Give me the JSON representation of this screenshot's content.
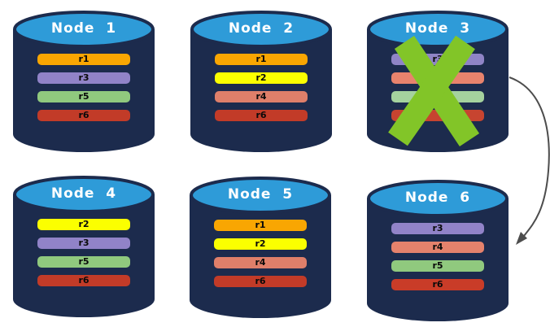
{
  "diagram": {
    "colors": {
      "cylinder_body": "#1C2B4D",
      "cylinder_top": "#2E9BD8",
      "node_label_text": "#FFFFFF",
      "replica_label_text": "#0A0A0A",
      "failure_x": "#82C528",
      "arrow": "#4D4D4D"
    },
    "nodes": [
      {
        "id": "node-1",
        "label": "Node  1",
        "failed": false,
        "replicas": [
          {
            "label": "r1",
            "color": "#F9A602"
          },
          {
            "label": "r3",
            "color": "#9183C8"
          },
          {
            "label": "r5",
            "color": "#90C97E"
          },
          {
            "label": "r6",
            "color": "#C23B28"
          }
        ]
      },
      {
        "id": "node-2",
        "label": "Node  2",
        "failed": false,
        "replicas": [
          {
            "label": "r1",
            "color": "#F9A602"
          },
          {
            "label": "r2",
            "color": "#FBFF00"
          },
          {
            "label": "r4",
            "color": "#DF7F6A"
          },
          {
            "label": "r6",
            "color": "#C23B28"
          }
        ]
      },
      {
        "id": "node-3",
        "label": "Node  3",
        "failed": true,
        "replicas": [
          {
            "label": "r3",
            "color": "#8F84C6"
          },
          {
            "label": "",
            "color": "#E8836D"
          },
          {
            "label": "",
            "color": "#A5D29E"
          },
          {
            "label": "",
            "color": "#C74430"
          }
        ]
      },
      {
        "id": "node-4",
        "label": "Node  4",
        "failed": false,
        "replicas": [
          {
            "label": "r2",
            "color": "#FBFF00"
          },
          {
            "label": "r3",
            "color": "#9183C8"
          },
          {
            "label": "r5",
            "color": "#90C97E"
          },
          {
            "label": "r6",
            "color": "#C23B28"
          }
        ]
      },
      {
        "id": "node-5",
        "label": "Node  5",
        "failed": false,
        "replicas": [
          {
            "label": "r1",
            "color": "#F9A602"
          },
          {
            "label": "r2",
            "color": "#FBFF00"
          },
          {
            "label": "r4",
            "color": "#DF7F6A"
          },
          {
            "label": "r6",
            "color": "#C23B28"
          }
        ]
      },
      {
        "id": "node-6",
        "label": "Node  6",
        "failed": false,
        "replicas": [
          {
            "label": "r3",
            "color": "#9183C8"
          },
          {
            "label": "r4",
            "color": "#E5826C"
          },
          {
            "label": "r5",
            "color": "#90C97E"
          },
          {
            "label": "r6",
            "color": "#C93C28"
          }
        ]
      }
    ],
    "arrow": {
      "from": "node-3",
      "to": "node-6"
    }
  }
}
